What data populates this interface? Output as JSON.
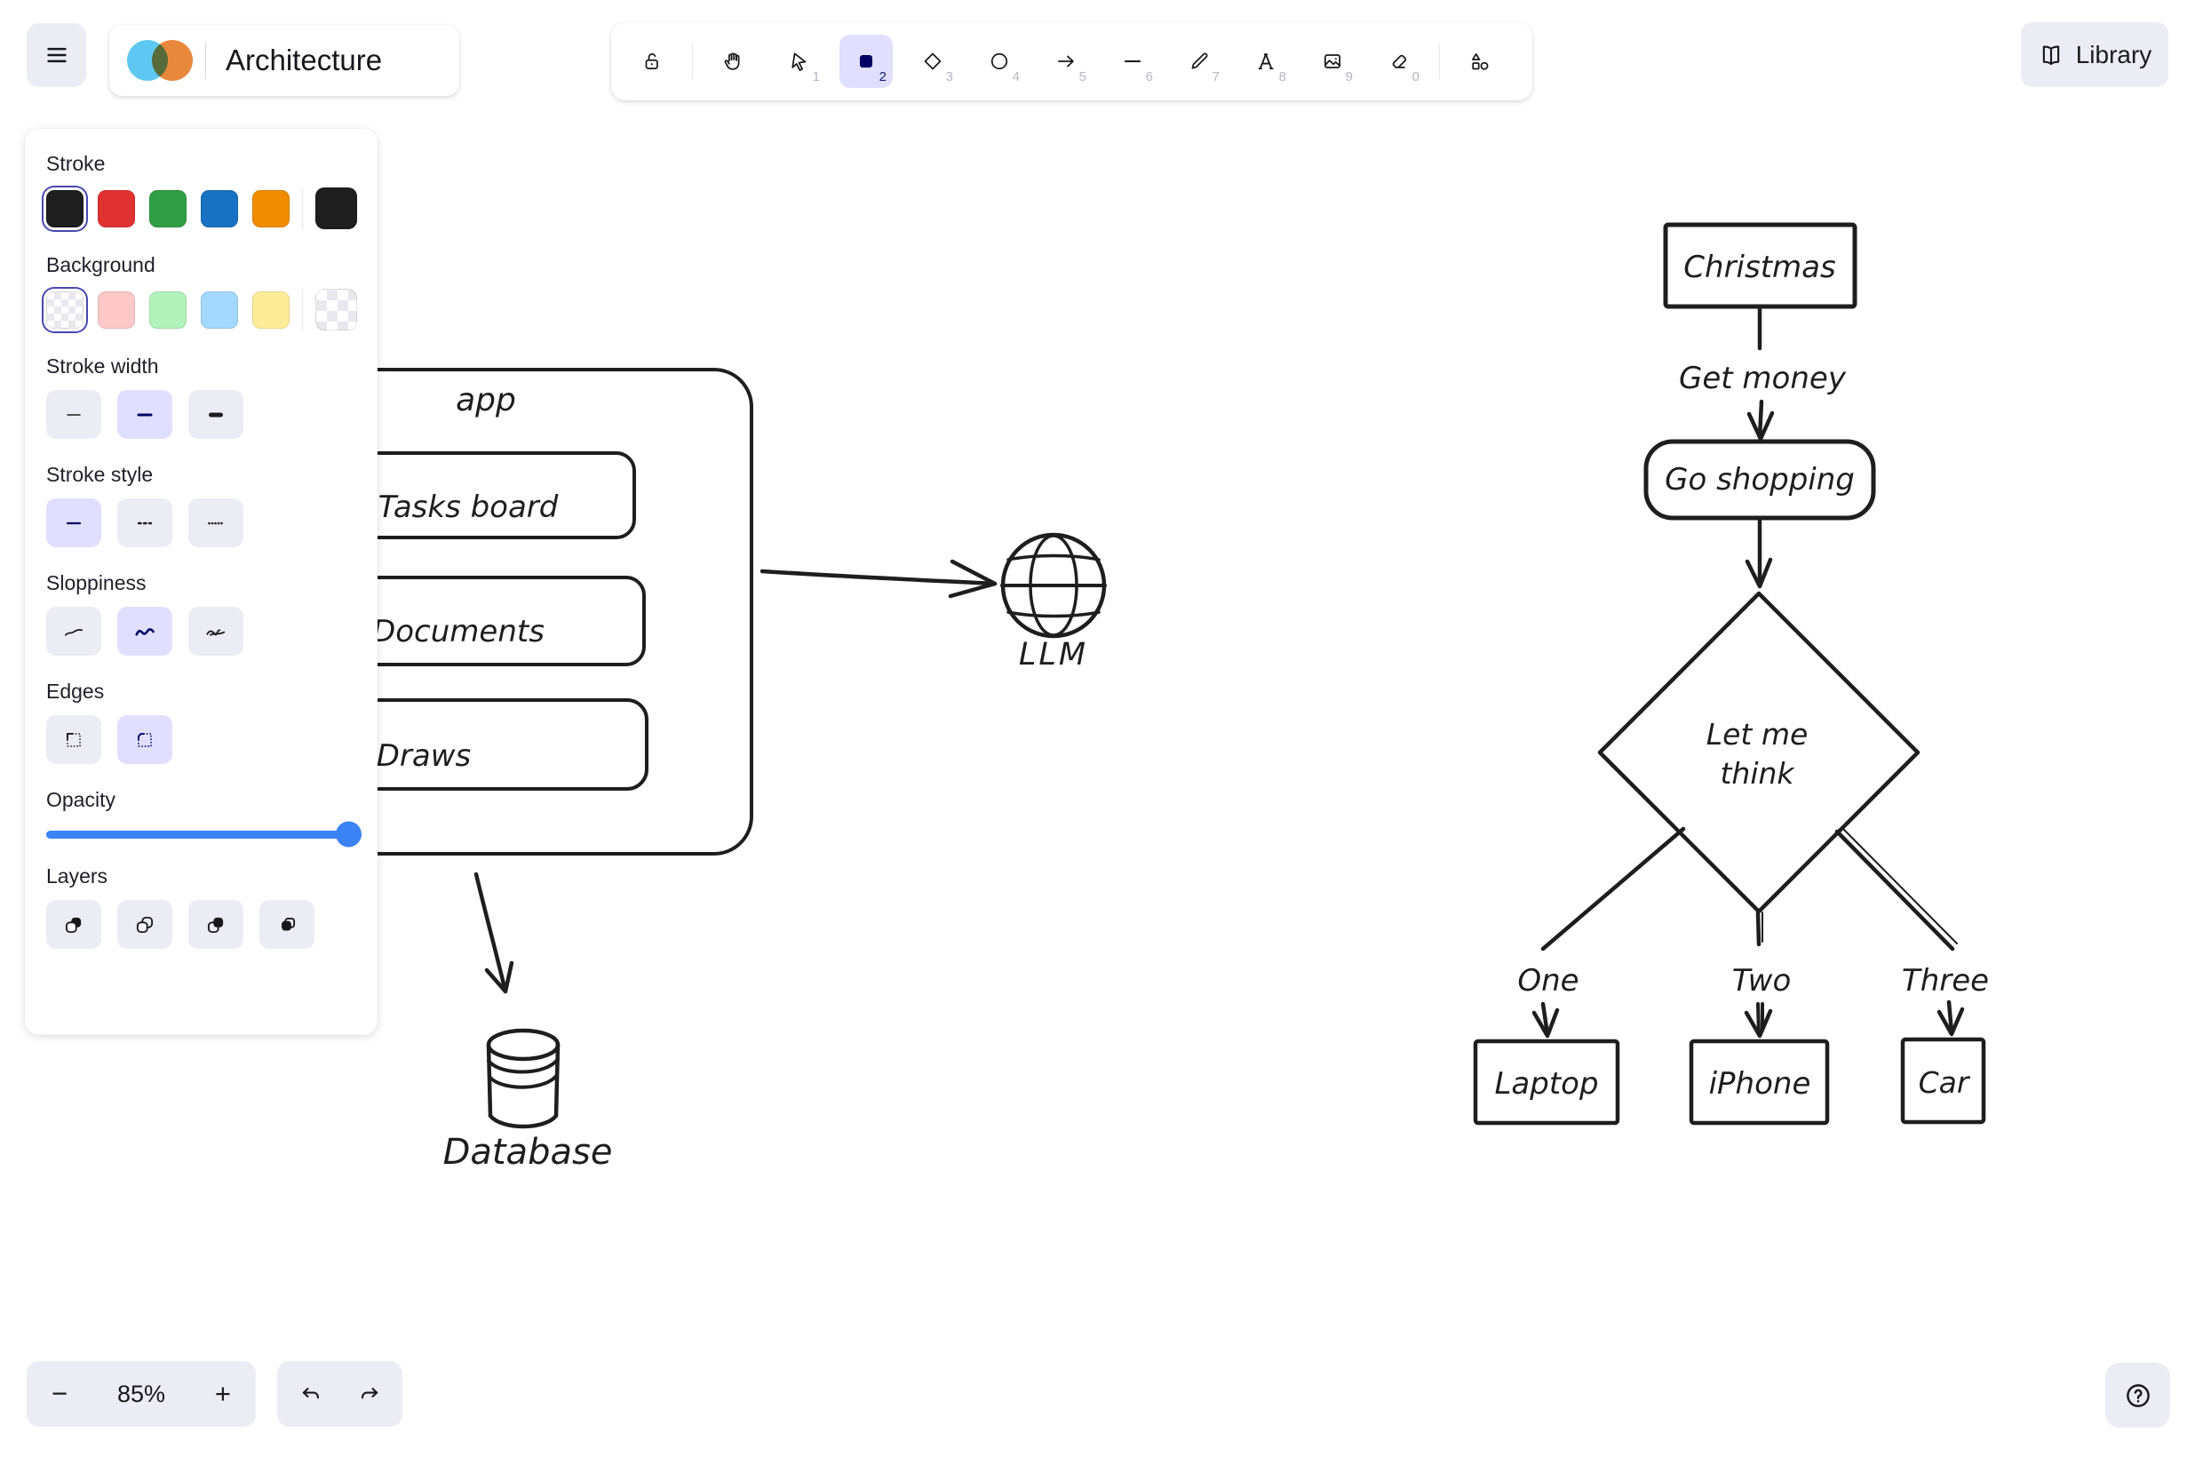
{
  "app": {
    "title": "Architecture",
    "library_label": "Library",
    "help_glyph": "?"
  },
  "toolbar": {
    "active_tool": "rectangle",
    "tools": [
      {
        "id": "lock",
        "shortcut": ""
      },
      {
        "id": "hand",
        "shortcut": ""
      },
      {
        "id": "selection",
        "shortcut": "1"
      },
      {
        "id": "rectangle",
        "shortcut": "2"
      },
      {
        "id": "diamond",
        "shortcut": "3"
      },
      {
        "id": "ellipse",
        "shortcut": "4"
      },
      {
        "id": "arrow",
        "shortcut": "5"
      },
      {
        "id": "line",
        "shortcut": "6"
      },
      {
        "id": "draw",
        "shortcut": "7"
      },
      {
        "id": "text",
        "shortcut": "8"
      },
      {
        "id": "image",
        "shortcut": "9"
      },
      {
        "id": "eraser",
        "shortcut": "0"
      },
      {
        "id": "shapes",
        "shortcut": ""
      }
    ]
  },
  "panel": {
    "stroke": {
      "label": "Stroke",
      "colors": [
        "#1e1e1e",
        "#e03131",
        "#2f9e44",
        "#1971c2",
        "#f08c00"
      ],
      "selected": "#1e1e1e",
      "current": "#1e1e1e"
    },
    "background": {
      "label": "Background",
      "colors": [
        "transparent",
        "#ffc9c9",
        "#b2f2bb",
        "#a5d8ff",
        "#ffec99"
      ],
      "selected": "transparent",
      "current": "transparent"
    },
    "stroke_width": {
      "label": "Stroke width",
      "options": [
        "thin",
        "bold",
        "extra-bold"
      ],
      "selected": "bold"
    },
    "stroke_style": {
      "label": "Stroke style",
      "options": [
        "solid",
        "dashed",
        "dotted"
      ],
      "selected": "solid"
    },
    "sloppiness": {
      "label": "Sloppiness",
      "options": [
        "architect",
        "artist",
        "cartoonist"
      ],
      "selected": "artist"
    },
    "edges": {
      "label": "Edges",
      "options": [
        "sharp",
        "round"
      ],
      "selected": "round"
    },
    "opacity": {
      "label": "Opacity",
      "value": 100
    },
    "layers": {
      "label": "Layers",
      "options": [
        "send-to-back",
        "send-backward",
        "bring-forward",
        "bring-to-front"
      ]
    }
  },
  "footer": {
    "zoom_value": "85%",
    "zoom_out_glyph": "−",
    "zoom_in_glyph": "+"
  },
  "canvas": {
    "app_diagram": {
      "container_label": "app",
      "box1": "Tasks board",
      "box2": "Documents",
      "box3": "Draws",
      "globe_label": "LLM",
      "db_label": "Database"
    },
    "flow_diagram": {
      "start": "Christmas",
      "edge_label": "Get money",
      "action": "Go shopping",
      "decision_line1": "Let me",
      "decision_line2": "think",
      "branch1": "One",
      "branch2": "Two",
      "branch3": "Three",
      "leaf1": "Laptop",
      "leaf2": "iPhone",
      "leaf3": "Car"
    }
  },
  "colors": {
    "ink": "#1e1e1e",
    "selected_control_bg": "#e0dfff",
    "selected_icon": "#030064",
    "control_bg": "#ececf4",
    "opacity_fill": "#3b82f6",
    "selection_ring": "#4a47b1"
  }
}
